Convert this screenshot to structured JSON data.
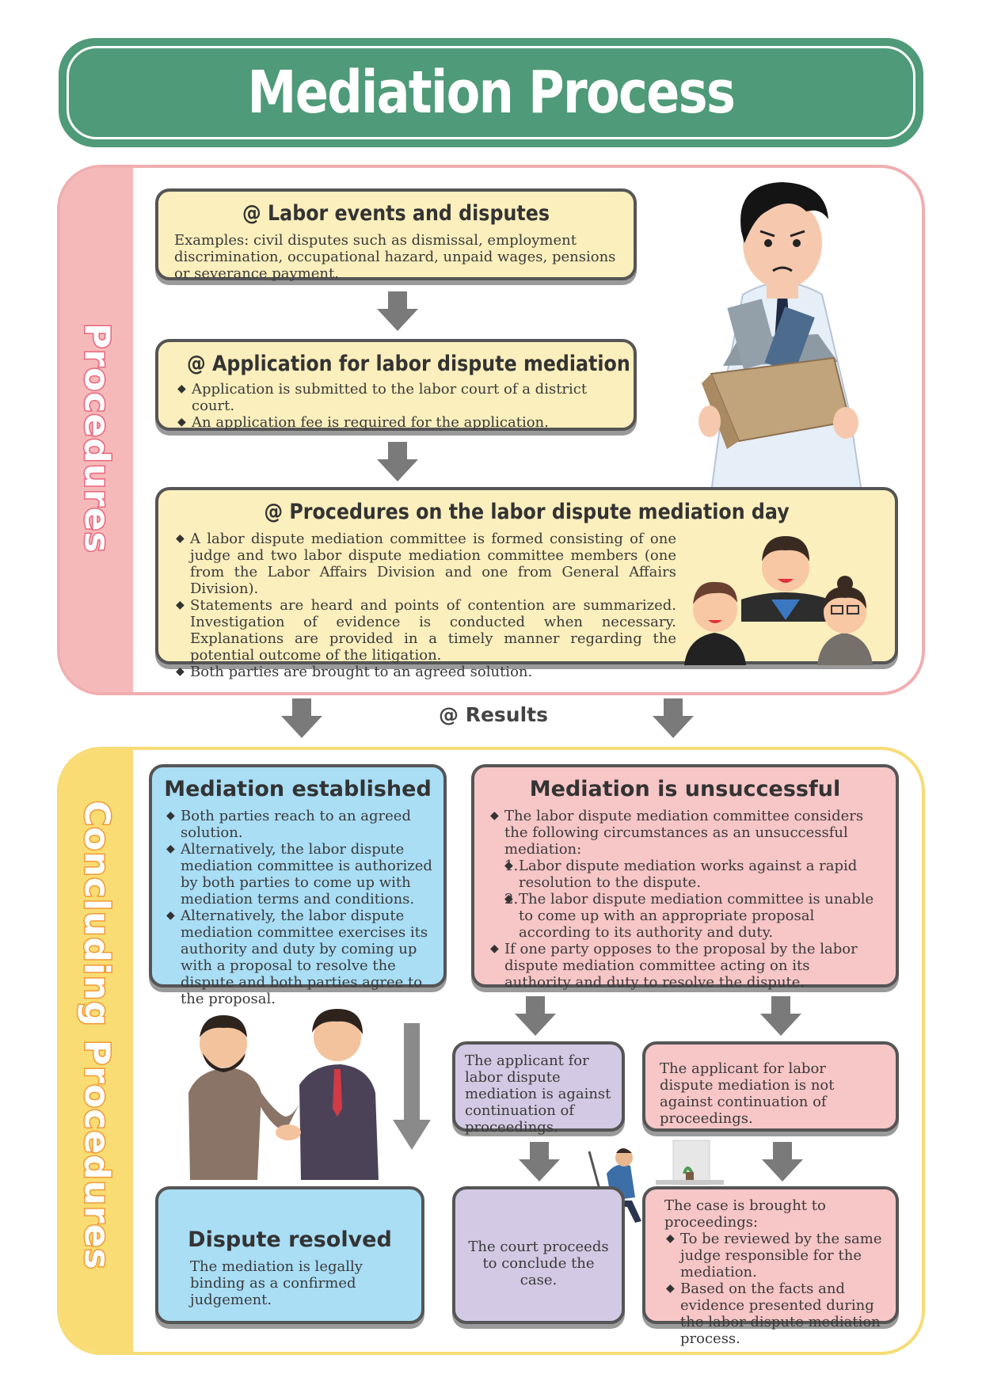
{
  "title": "Mediation Process",
  "sections": {
    "procedures_label": "Procedures",
    "concluding_label": "Concluding Procedures"
  },
  "labor_events": {
    "title": "@ Labor events and disputes",
    "text": "Examples: civil disputes such as dismissal, employment discrimination, occupational hazard, unpaid wages, pensions or severance payment."
  },
  "application": {
    "title": "@ Application for labor dispute mediation",
    "bullets": [
      "Application is submitted to the labor court of a district court.",
      "An application fee is required for the application."
    ]
  },
  "mediation_day": {
    "title": "@ Procedures on the labor dispute mediation day",
    "bullets": [
      "A labor dispute mediation committee is formed consisting of one judge and two labor dispute mediation committee members (one from the Labor Affairs Division and one from General Affairs Division).",
      "Statements are heard and points of contention are summarized. Investigation of evidence is conducted when necessary. Explanations are provided in a timely manner regarding the potential outcome of the litigation.",
      "Both parties are brought to an agreed solution."
    ]
  },
  "results_label": "@ Results",
  "established": {
    "title": "Mediation established",
    "bullets": [
      "Both parties reach to an agreed solution.",
      "Alternatively, the labor dispute mediation committee is authorized by both parties to come up with mediation terms and conditions.",
      "Alternatively, the labor dispute mediation committee exercises its authority and duty by coming up with a proposal to resolve the dispute and both parties agree to the proposal."
    ]
  },
  "unsuccessful": {
    "title": "Mediation is unsuccessful",
    "intro": "The labor dispute mediation committee considers the following circumstances as an unsuccessful mediation:",
    "numbered": [
      {
        "n": "1.",
        "text": "Labor dispute mediation works against a rapid resolution to the dispute."
      },
      {
        "n": "2.",
        "text": "The labor dispute mediation committee is unable to come up with an appropriate proposal according to its authority and duty."
      }
    ],
    "last": "If one party opposes to the proposal by the labor dispute mediation committee acting on its authority and duty to resolve the dispute."
  },
  "against": {
    "text": "The applicant for labor dispute mediation is against continuation of proceedings."
  },
  "not_against": {
    "text": "The applicant for labor dispute mediation is not against continuation of proceedings."
  },
  "resolved": {
    "title": "Dispute resolved",
    "text": "The mediation is legally binding as a confirmed judgement."
  },
  "court": {
    "text": "The court proceeds to conclude the case."
  },
  "proceedings": {
    "intro": "The case is brought to proceedings:",
    "bullets": [
      "To be reviewed by the same judge responsible for the mediation.",
      "Based on the facts and evidence presented during the labor dispute mediation process."
    ]
  },
  "colors": {
    "banner": "#4f9a78",
    "procedures_border": "#f0aeb0",
    "concluding_border": "#f7dc76",
    "yellow_box": "#fbefbd",
    "blue_box": "#a9def5",
    "pink_box": "#f7c6c7",
    "purple_box": "#d3c9e4",
    "arrow": "#7a7a7a"
  },
  "illustrations": [
    "worried-man-with-box-illustration",
    "committee-people-illustration",
    "handshake-illustration",
    "man-at-desk-illustration"
  ]
}
